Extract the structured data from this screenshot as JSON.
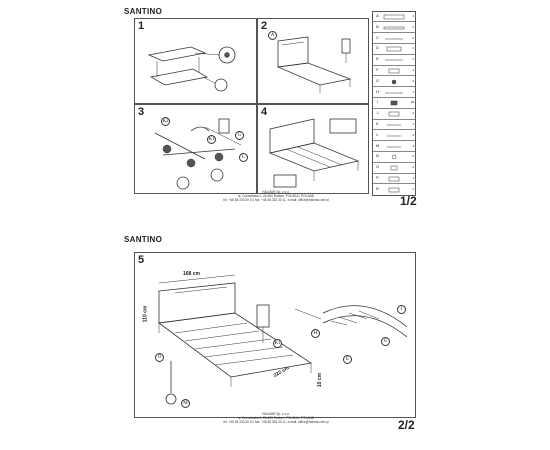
{
  "page1": {
    "title": "SANTINO",
    "steps": [
      "1",
      "2",
      "3",
      "4"
    ],
    "callouts": [
      "A",
      "K2",
      "K1",
      "G",
      "L"
    ],
    "footer_lines": [
      "HALMAR Sp. z o.o.",
      "ul. Czerwińska 1, 26-600 Radom, POLSKA / POLAND",
      "tel. +48 48 333 30 10, fax: +48 48 333 30 11, e-mail: office@halmar.com.pl"
    ],
    "page_number": "1/2",
    "parts": [
      {
        "id": "A",
        "qty": "1"
      },
      {
        "id": "B",
        "qty": "2"
      },
      {
        "id": "C",
        "qty": "2"
      },
      {
        "id": "D",
        "qty": "1"
      },
      {
        "id": "E",
        "qty": "1"
      },
      {
        "id": "F",
        "qty": "1"
      },
      {
        "id": "G",
        "qty": "4"
      },
      {
        "id": "H",
        "qty": "1"
      },
      {
        "id": "I",
        "qty": "28"
      },
      {
        "id": "J",
        "qty": "4"
      },
      {
        "id": "K",
        "qty": "1"
      },
      {
        "id": "L",
        "qty": "4"
      },
      {
        "id": "M",
        "qty": "4"
      },
      {
        "id": "N",
        "qty": "4"
      },
      {
        "id": "O",
        "qty": "4"
      },
      {
        "id": "P",
        "qty": "1"
      },
      {
        "id": "R",
        "qty": "1"
      }
    ]
  },
  "page2": {
    "title": "SANTINO",
    "step": "5",
    "dimensions": {
      "width": "168 cm",
      "height": "110 cm",
      "length": "222 cm",
      "clearance": "10 cm"
    },
    "callouts": [
      "O",
      "M",
      "K1",
      "H",
      "E",
      "G",
      "J"
    ],
    "footer_lines": [
      "HALMAR Sp. z o.o.",
      "ul. Czerwińska 1, 26-600 Radom, POLSKA / POLAND",
      "tel. +48 48 333 30 10, fax: +48 48 333 30 11, e-mail: office@halmar.com.pl"
    ],
    "page_number": "2/2"
  }
}
